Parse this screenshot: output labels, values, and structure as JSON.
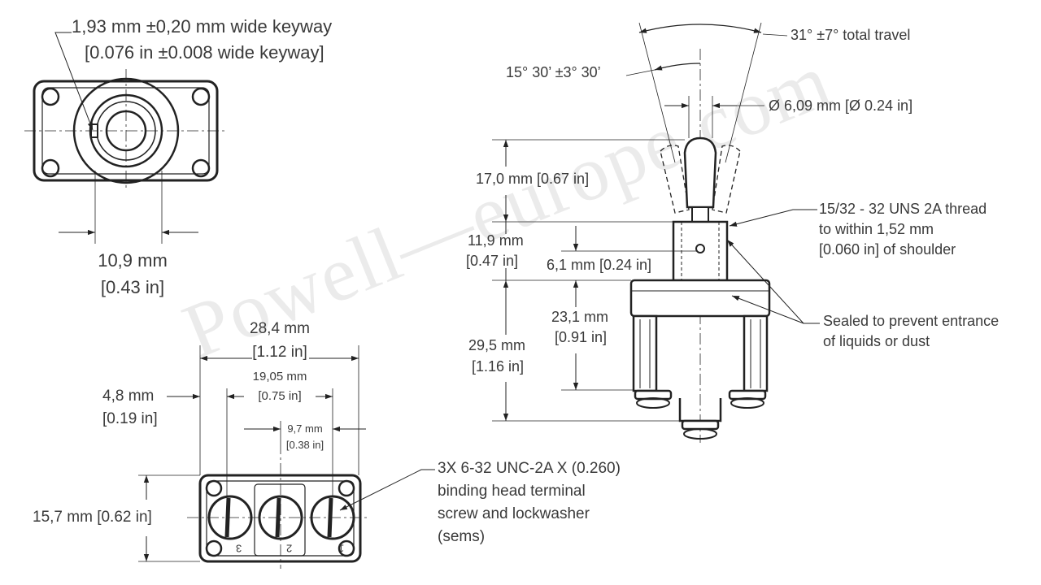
{
  "watermark": "Powell—europe.com",
  "top_left_view": {
    "keyway_mm": "1,93 mm ±0,20 mm wide keyway",
    "keyway_in": "[0.076 in ±0.008 wide keyway]",
    "width_mm": "10,9 mm",
    "width_in": "[0.43 in]"
  },
  "bottom_view": {
    "overall_width_mm": "28,4 mm",
    "overall_width_in": "[1.12 in]",
    "terminal_span_mm": "19,05 mm",
    "terminal_span_in": "[0.75 in]",
    "terminal_pitch_mm": "9,7 mm",
    "terminal_pitch_in": "[0.38 in]",
    "edge_offset_mm": "4,8 mm",
    "edge_offset_in": "[0.19 in]",
    "height": "15,7 mm [0.62 in]",
    "terminal_numbers": [
      "3",
      "2",
      "1"
    ],
    "screw_note": [
      "3X 6-32 UNC-2A X (0.260)",
      "binding head terminal",
      "screw and lockwasher",
      "(sems)"
    ]
  },
  "side_view": {
    "total_travel": "31° ±7° total travel",
    "half_travel": "15° 30’ ±3° 30’",
    "lever_diameter": "Ø 6,09 mm [Ø 0.24 in]",
    "lever_length_mm": "17,0 mm [0.67 in]",
    "bushing_height_mm": "11,9 mm",
    "bushing_height_in": "[0.47 in]",
    "flat_height": "6,1 mm [0.24 in]",
    "body_height_mm": "23,1 mm",
    "body_height_in": "[0.91 in]",
    "overall_height_mm": "29,5 mm",
    "overall_height_in": "[1.16 in]",
    "thread_note": [
      "15/32 - 32 UNS 2A thread",
      "to within 1,52 mm",
      "[0.060 in]  of shoulder"
    ],
    "seal_note": [
      "Sealed to prevent entrance",
      "of liquids or dust"
    ]
  }
}
